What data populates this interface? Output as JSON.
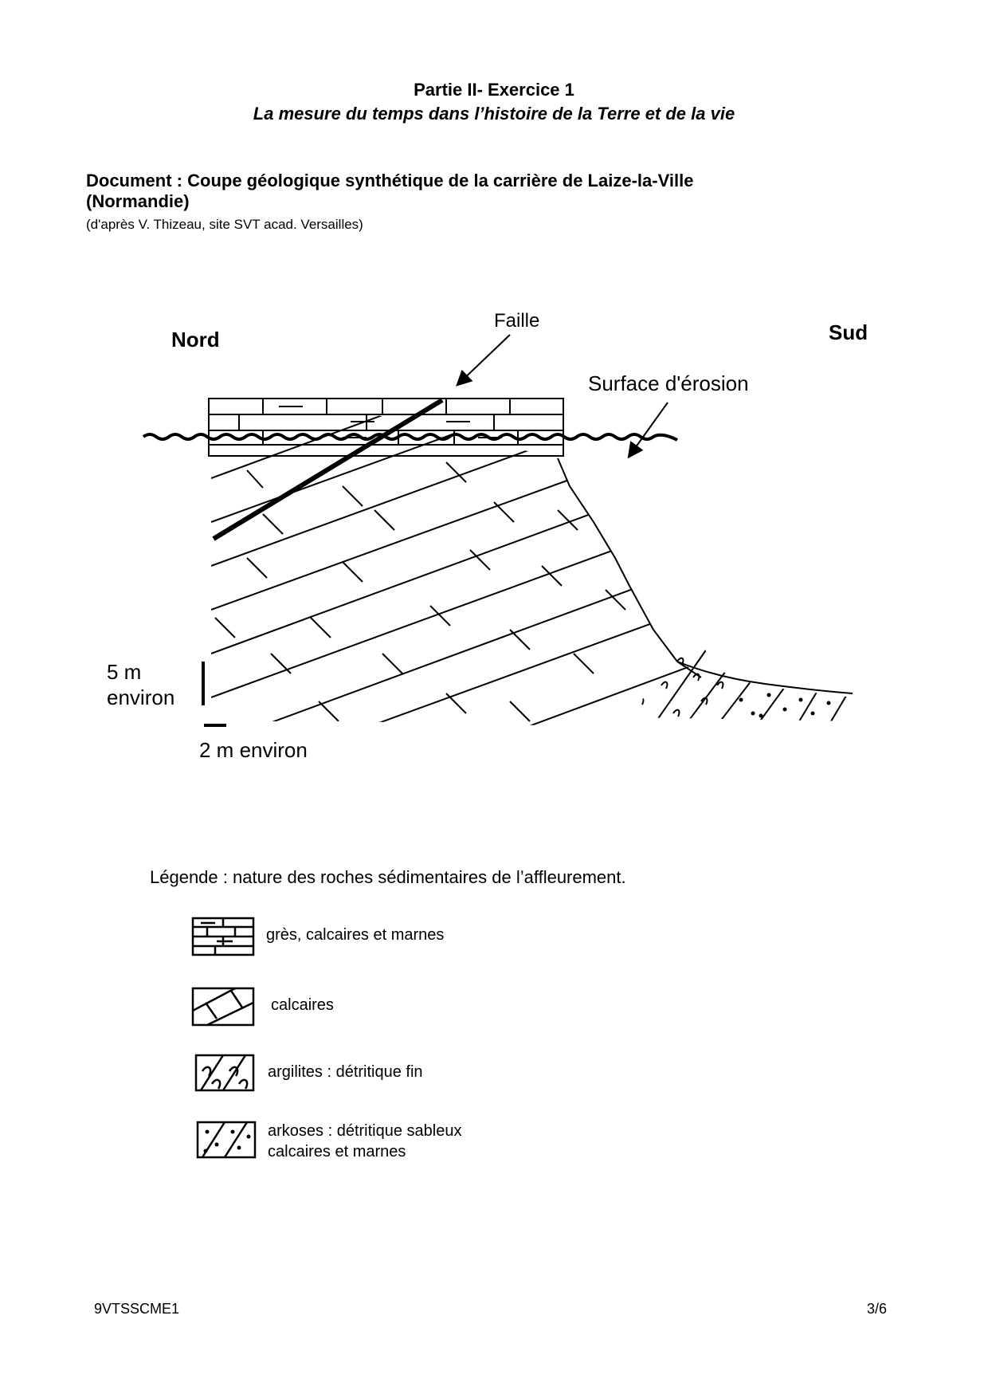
{
  "header": {
    "title": "Partie II- Exercice 1",
    "subtitle": "La mesure du temps dans l’histoire de la Terre et de la vie"
  },
  "document": {
    "title_line1": "Document : Coupe géologique synthétique de la carrière de Laize-la-Ville",
    "title_line2": "(Normandie)",
    "source": "(d'après V. Thizeau, site SVT acad. Versailles)"
  },
  "diagram": {
    "north": "Nord",
    "south": "Sud",
    "fault_label": "Faille",
    "erosion_label": "Surface d'érosion",
    "scale_vertical_1": "5 m",
    "scale_vertical_2": "environ",
    "scale_horizontal": "2 m environ"
  },
  "legend": {
    "intro": "Légende : nature des roches sédimentaires de l’affleurement.",
    "items": [
      {
        "label": "grès, calcaires et marnes",
        "pattern": "brick-dash"
      },
      {
        "label": "calcaires",
        "pattern": "limestone"
      },
      {
        "label": "argilites : détritique fin",
        "pattern": "clay-wave"
      },
      {
        "label": "arkoses : détritique sableux",
        "label2": "calcaires et marnes",
        "pattern": "sand-dots"
      }
    ]
  },
  "footer": {
    "code": "9VTSSCME1",
    "page": "3/6"
  }
}
